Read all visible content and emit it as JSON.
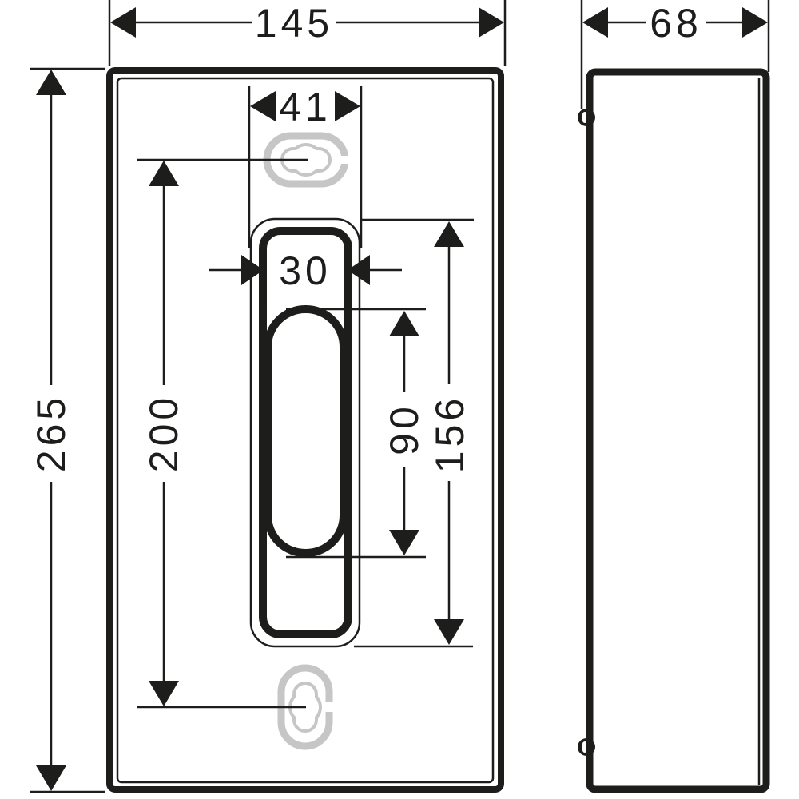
{
  "drawing": {
    "colors": {
      "ink": "#1d1d1b",
      "keyhole": "#c6c6c6",
      "white": "#ffffff"
    },
    "dimensions": {
      "front_width": "145",
      "side_depth": "68",
      "front_height": "265",
      "mounting_hole_spacing": "200",
      "recess_width": "41",
      "opening_width": "30",
      "opening_height": "90",
      "recess_height": "156"
    }
  }
}
